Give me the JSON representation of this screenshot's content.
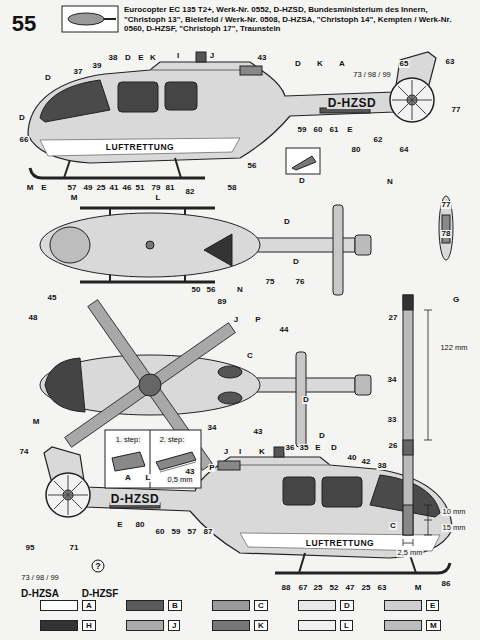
{
  "diagram": {
    "title": "Eurocopter EC 135 T2+, Werk-Nr. 0552, D-HZSD, Bundesministerium des Innern, \"Christoph 13\", Bielefeld / Werk-Nr. 0508, D-HZSA, \"Christoph 14\", Kempten / Werk-Nr. 0560, D-HZSF, \"Christoph 17\", Traunstein",
    "labels": [
      "55",
      "73 / 98 / 99",
      "D-HZSD",
      "65",
      "63",
      "77",
      "D",
      "K",
      "A",
      "D",
      "37",
      "39",
      "38",
      "D",
      "E",
      "K",
      "I",
      "J",
      "43",
      "LUFTRETTUNG",
      "D",
      "66",
      "M",
      "E",
      "57",
      "49",
      "25",
      "41",
      "46",
      "51",
      "79",
      "81",
      "82",
      "58",
      "M",
      "56",
      "59",
      "60",
      "61",
      "E",
      "80",
      "62",
      "64",
      "N",
      "D",
      "77",
      "78",
      "L",
      "D",
      "45",
      "89",
      "50",
      "56",
      "N",
      "76",
      "75",
      "D",
      "48",
      "J",
      "P",
      "44",
      "C",
      "34",
      "43",
      "D",
      "D",
      "1. step:",
      "2. step:",
      "0,5 mm",
      "G",
      "27",
      "122 mm",
      "34",
      "33",
      "26",
      "10 mm",
      "15 mm",
      "C",
      "2,5 mm",
      "M",
      "74",
      "D-HZSD",
      "95",
      "71",
      "73 / 98 / 99",
      "?",
      "D-HZSA",
      "D-HZSF",
      "A",
      "L",
      "43",
      "P",
      "J",
      "I",
      "K",
      "36",
      "35",
      "E",
      "D",
      "40",
      "42",
      "38",
      "E",
      "80",
      "60",
      "59",
      "57",
      "87",
      "LUFTRETTUNG",
      "88",
      "67",
      "25",
      "52",
      "47",
      "25",
      "63",
      "M",
      "86"
    ],
    "legend": [
      {
        "text": "A",
        "color": "#ffffff"
      },
      {
        "text": "B",
        "color": "#5a5a5a"
      },
      {
        "text": "C",
        "color": "#9a9a9a"
      },
      {
        "text": "D",
        "color": "#e8e8e8"
      },
      {
        "text": "E",
        "color": "#cfcfcf"
      },
      {
        "text": "H",
        "color": "#333333"
      },
      {
        "text": "J",
        "color": "#aaaaaa"
      },
      {
        "text": "K",
        "color": "#777777"
      },
      {
        "text": "L",
        "color": "#f0f0f0"
      },
      {
        "text": "M",
        "color": "#bcbcbc"
      }
    ]
  }
}
